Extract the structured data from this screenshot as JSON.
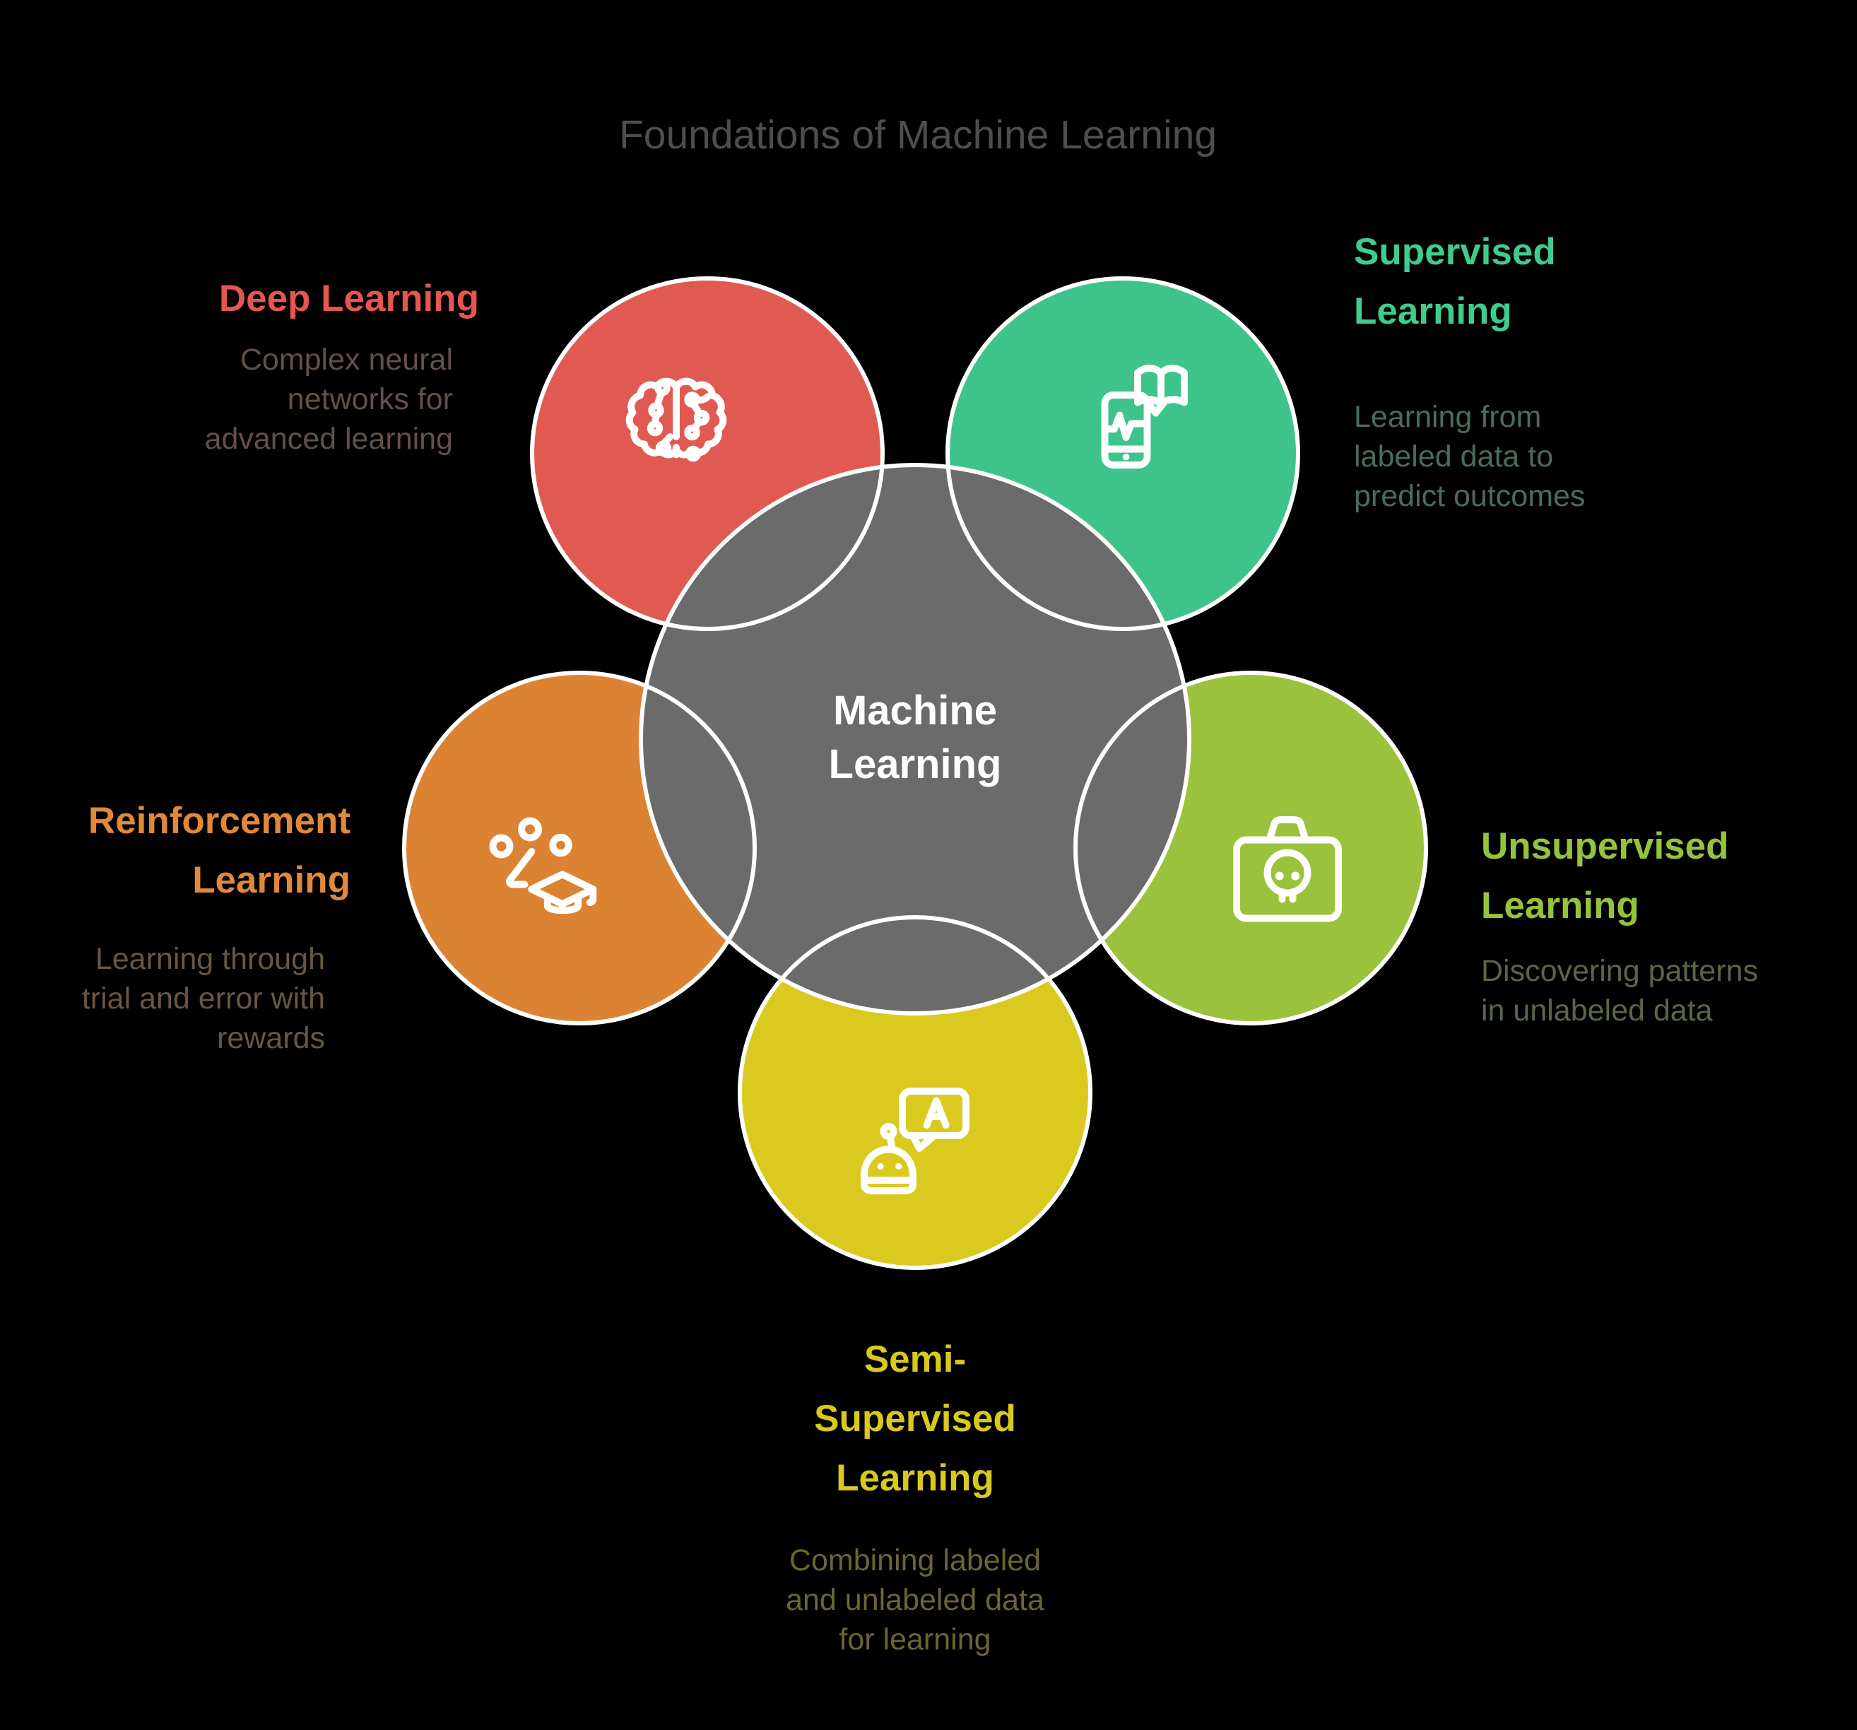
{
  "title": "Foundations of Machine Learning",
  "background_color": "#000000",
  "outline_color": "#FFFFFF",
  "title_color": "#4E4E4E",
  "center": {
    "label": "Machine\nLearning",
    "circle_color": "#6B6B6B",
    "text_color": "#FFFFFF"
  },
  "sections": {
    "deep": {
      "heading": "Deep Learning",
      "description": "Complex neural\nnetworks for\nadvanced learning",
      "circle_color": "#E15A52",
      "heading_color": "#E4574F",
      "description_color": "#64504B",
      "icon": "brain-circuit-icon",
      "position": "top-left"
    },
    "supervised": {
      "heading": "Supervised\nLearning",
      "description": "Learning from\nlabeled data to\npredict outcomes",
      "circle_color": "#3EC48A",
      "heading_color": "#3FCC8E",
      "description_color": "#4B6B5B",
      "icon": "phone-book-icon",
      "position": "top-right"
    },
    "reinforcement": {
      "heading": "Reinforcement\nLearning",
      "description": "Learning through\ntrial and error with\nrewards",
      "circle_color": "#DC8233",
      "heading_color": "#E0883B",
      "description_color": "#685743",
      "icon": "shapes-graduation-cap-icon",
      "position": "left"
    },
    "unsupervised": {
      "heading": "Unsupervised\nLearning",
      "description": "Discovering patterns\nin unlabeled data",
      "circle_color": "#9BC23C",
      "heading_color": "#95C33E",
      "description_color": "#5B6647",
      "icon": "skull-case-icon",
      "position": "right"
    },
    "semi": {
      "heading": "Semi-\nSupervised\nLearning",
      "description": "Combining labeled\nand unlabeled data\nfor learning",
      "circle_color": "#DACA1F",
      "heading_color": "#D8C91D",
      "description_color": "#6A6633",
      "icon": "robot-chat-icon",
      "position": "bottom"
    }
  }
}
